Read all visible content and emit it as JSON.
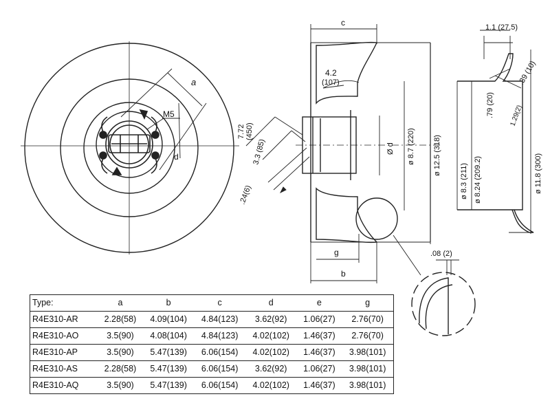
{
  "views": {
    "front": {
      "dim_a": "a",
      "thread": "M5",
      "dim_d": "d"
    },
    "side": {
      "dim_c": "c",
      "angle": "4.2",
      "angle_mm": "(107)",
      "dim_7_72": "7.72",
      "dim_450": "(450)",
      "dim_3_3": "3.3 (85)",
      "dim_24": ".24(6)",
      "dim_od": "Ø d",
      "dim_8_7": "ø 8.7 (220)",
      "dim_12_5": "ø 12.5 (318)",
      "dim_g": "g",
      "dim_b": "b"
    },
    "profile": {
      "top_dim": "1.1 (27.5)",
      "dim_39": ".39 (10)",
      "dim_79": ".79 (20)",
      "dim_1_29": "1.29(2)",
      "dim_8_3": "ø 8.3 (211)",
      "dim_8_24": "ø 8.24 (209.2)",
      "dim_11_8": "ø 11.8 (300)"
    },
    "detail": {
      "dim_08": ".08 (2)"
    }
  },
  "table": {
    "headers": [
      "Type:",
      "a",
      "b",
      "c",
      "d",
      "e",
      "g"
    ],
    "rows": [
      [
        "R4E310-AR",
        "2.28(58)",
        "4.09(104)",
        "4.84(123)",
        "3.62(92)",
        "1.06(27)",
        "2.76(70)"
      ],
      [
        "R4E310-AO",
        "3.5(90)",
        "4.08(104)",
        "4.84(123)",
        "4.02(102)",
        "1.46(37)",
        "2.76(70)"
      ],
      [
        "R4E310-AP",
        "3.5(90)",
        "5.47(139)",
        "6.06(154)",
        "4.02(102)",
        "1.46(37)",
        "3.98(101)"
      ],
      [
        "R4E310-AS",
        "2.28(58)",
        "5.47(139)",
        "6.06(154)",
        "3.62(92)",
        "1.06(27)",
        "3.98(101)"
      ],
      [
        "R4E310-AQ",
        "3.5(90)",
        "5.47(139)",
        "6.06(154)",
        "4.02(102)",
        "1.46(37)",
        "3.98(101)"
      ]
    ]
  }
}
